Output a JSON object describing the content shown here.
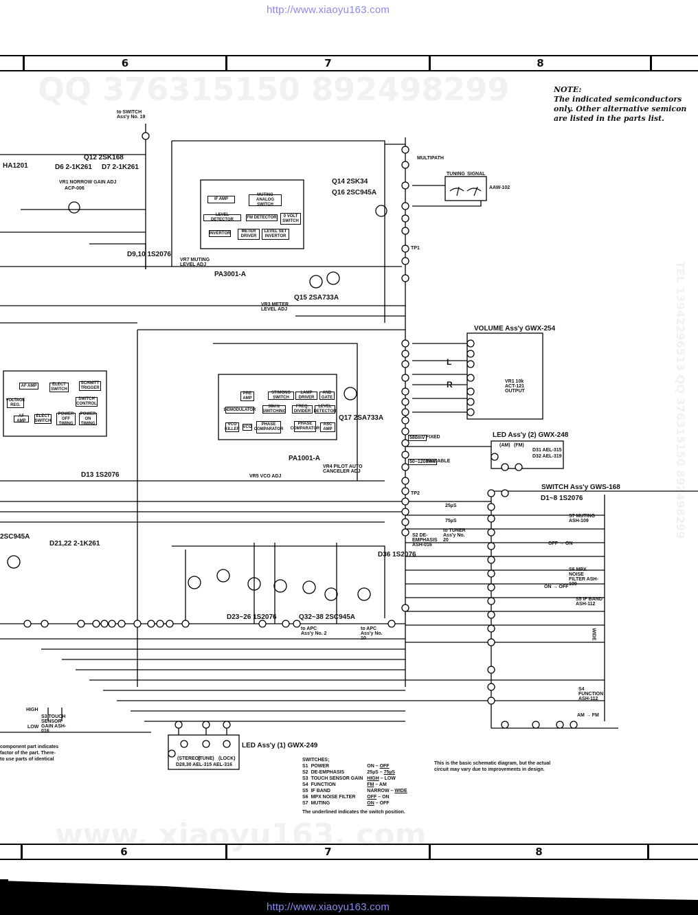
{
  "watermarks": {
    "top_url": "http://www.xiaoyu163.com",
    "bottom_url": "http://www.xiaoyu163.com",
    "faint_qq": "QQ 376315150    892498299",
    "faint_side": "TEL 13942296513  QQ 376315150  892498299",
    "faint_bottom": "www. xiaoyu163. com"
  },
  "ruler": {
    "columns": [
      "",
      "6",
      "7",
      "8",
      ""
    ]
  },
  "note": {
    "title": "NOTE:",
    "lines": [
      "The indicated semiconductors",
      "only. Other alternative semicon",
      "are listed in the parts list."
    ]
  },
  "schematic": {
    "top_labels": {
      "q_ha": "HA1201",
      "q12": "Q12 2SK168",
      "d6": "D6 2-1K261",
      "d7": "D7 2-1K261",
      "vr1": "VR1 NORROW GAIN ADJ",
      "vr1_part": "ACP-006",
      "switch_assy_19": "to SWITCH Ass'y No. 19",
      "d9_10": "D9,10 1S2076",
      "muting_level": "VR7 MUTING LEVEL ADJ",
      "ic_pa3001": "PA3001-A",
      "q14": "Q14 2SK34",
      "q16": "Q16 2SC945A",
      "q15": "Q15 2SA733A",
      "meter_level": "VR3 METER LEVEL ADJ",
      "multipath": "MULTIPATH",
      "meter_assy": "AAW-102",
      "tuning": "TUNING",
      "signal": "SIGNAL",
      "tp1": "TP1"
    },
    "ic_pa3001_blocks": [
      "IF AMP",
      "MUTING ANALOG SWITCH",
      "LEVEL DETECTOR",
      "FM DETECTOR",
      "0 VOLT SWITCH",
      "INVERTOR",
      "METER DRIVER",
      "LEVEL SET INVERTOR"
    ],
    "ic_pa1001_blocks": [
      "PRE AMP",
      "ST/MONO SWITCH",
      "LAMP DRIVER",
      "AND GATE",
      "DEMODULATOR",
      "38kHz SWITCHING",
      "FREQ. DIVIDER",
      "LEVEL DETECTOR",
      "VCO KILLER",
      "VCO",
      "PHASE COMPARATOR",
      "PHASE COMPARATOR",
      "ASC AMP"
    ],
    "ic_pa1001": "PA1001-A",
    "q17": "Q17 2SA733A",
    "vco_adj": "VR5 VCO ADJ",
    "pilot_adj": "VR4 PILOT AUTO CANCELER ADJ",
    "left_ic_blocks": [
      "AF AMP",
      "ELECT SWITCH",
      "SCHMITT TRIGGER",
      "VOLTAGE REG.",
      "SWITCH CONTROL",
      "AF AMP",
      "ELECT SWITCH",
      "POWER OFF TIMING",
      "POWER ON TIMING"
    ],
    "d13": "D13 1S2076",
    "d21_22": "D21,22 2-1K261",
    "q_left": "2SC945A",
    "d23_26": "D23~26 1S2076",
    "q32_38": "Q32~38 2SC945A",
    "d36": "D36 1S2076",
    "apc_2": "to APC Ass'y No. 2",
    "apc_10": "to APC Ass'y No. 10",
    "volume_assy": "VOLUME Ass'y GWX-254",
    "vr1_output": "VR1 10k ACT-121 OUTPUT",
    "fixed": "FIXED",
    "fixed_level": "580mV",
    "variable": "VARIABLE",
    "variable_level": "50~1200mV",
    "tp2": "TP2",
    "led_assy_2": "LED Ass'y (2) GWX-248",
    "led_2_parts": [
      "D31 AEL-315",
      "D32 AEL-319"
    ],
    "led_2_modes": [
      "(AM)",
      "(FM)"
    ],
    "switch_assy": "SWITCH Ass'y GWS-168",
    "switch_diodes": "D1~8 1S2076",
    "de_emphasis": "S2 DE-EMPHASIS ASH-016",
    "de_emph_values": [
      "25µS",
      "75µS"
    ],
    "to_tuner": "to TUNER Ass'y No. 20",
    "switch_s7": "S7 MUTING ASH-109",
    "switch_s6": "S6 MPX NOISE FILTER ASH-109",
    "switch_s5": "S5 IF BAND ASH-112",
    "switch_s4": "S4 FUNCTION ASH-112",
    "s7_dir": "OFF → ON",
    "s6_dir": "ON → OFF",
    "s4_dir": "AM → FM",
    "s5_dir": "WIDE",
    "touch_sensor": "S3 TOUCH SENSOR GAIN ASH-016",
    "high": "HIGH",
    "low": "LOW",
    "led_assy_1": "LED Ass'y (1) GWX-249",
    "led_1_modes": [
      "(STEREO)",
      "(TUNE)",
      "(LOCK)"
    ],
    "led_1_parts": "D28,30 AEL-315   AEL-316"
  },
  "switches_legend": {
    "title": "SWITCHES;",
    "rows": [
      {
        "id": "S1",
        "name": "POWER",
        "a": "ON",
        "b": "OFF",
        "selected": "b"
      },
      {
        "id": "S2",
        "name": "DE-EMPHASIS",
        "a": "25µS",
        "b": "75µS",
        "selected": "b"
      },
      {
        "id": "S3",
        "name": "TOUCH SENSOR GAIN",
        "a": "HIGH",
        "b": "LOW",
        "selected": "a"
      },
      {
        "id": "S4",
        "name": "FUNCTION",
        "a": "FM",
        "b": "AM",
        "selected": "a"
      },
      {
        "id": "S5",
        "name": "IF BAND",
        "a": "NARROW",
        "b": "WIDE",
        "selected": "b"
      },
      {
        "id": "S6",
        "name": "MPX NOISE FILTER",
        "a": "OFF",
        "b": "ON",
        "selected": "a"
      },
      {
        "id": "S7",
        "name": "MUTING",
        "a": "ON",
        "b": "OFF",
        "selected": "a"
      }
    ],
    "footer": "The underlined indicates the switch position."
  },
  "bottom_note": {
    "lines": [
      "This is the basic schematic diagram, but the actual",
      "circuit may vary due to improvements in design."
    ]
  },
  "left_note": {
    "lines": [
      "component part indicates",
      "factor of the part. There-",
      "to use parts of identical"
    ]
  }
}
